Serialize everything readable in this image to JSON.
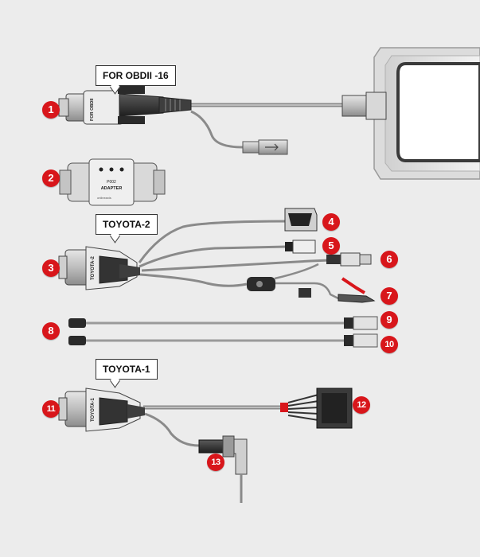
{
  "labels": {
    "obd16": "FOR OBDII -16",
    "toyota2": "TOYOTA-2",
    "toyota1": "TOYOTA-1"
  },
  "connector_text": {
    "obd_body": "FOR OBDII",
    "adapter_line1": "P002",
    "adapter_line2": "ADAPTER",
    "adapter_brand": "onlineaxis",
    "toyota2_body": "TOYOTA-2",
    "toyota1_body": "TOYOTA-1"
  },
  "numbers": [
    "1",
    "2",
    "3",
    "4",
    "5",
    "6",
    "7",
    "8",
    "9",
    "10",
    "11",
    "12",
    "13"
  ],
  "colors": {
    "badge_red": "#d8161b",
    "background": "#ececec",
    "cable": "#8a8a8a"
  }
}
